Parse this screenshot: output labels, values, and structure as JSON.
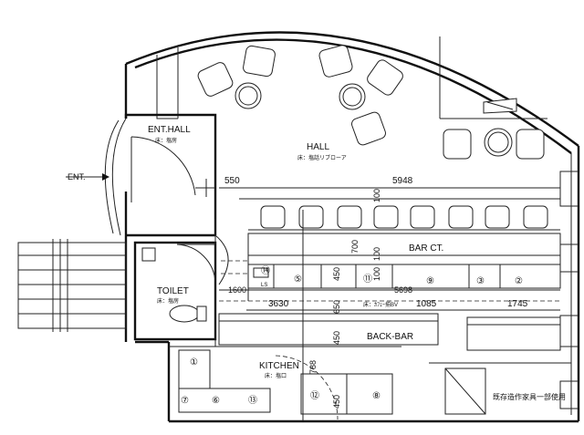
{
  "rooms": {
    "ent_hall": {
      "name": "ENT.HALL",
      "finish": "床：塩房"
    },
    "hall": {
      "name": "HALL",
      "finish": "床：塩話リブローア"
    },
    "toilet": {
      "name": "TOILET",
      "finish": "床：塩房"
    },
    "kitchen": {
      "name": "KITCHEN",
      "finish": "床：塩口"
    },
    "bar_counter": {
      "name": "BAR CT."
    },
    "back_bar": {
      "name": "BACK-BAR"
    },
    "entrance": {
      "name": "ENT."
    }
  },
  "dimensions": {
    "d550": "550",
    "d5948": "5948",
    "v100a": "100",
    "v700": "700",
    "v100b": "100",
    "v450a": "450",
    "v650": "650",
    "d1600": "1600",
    "d5698": "5698",
    "d3630": "3630",
    "d1085": "1085",
    "d1745": "1745",
    "counter_finish": "床：ｶﾌｪｰ揃BV",
    "v450b": "450",
    "v788": "788",
    "v450c": "450",
    "v100c": "100"
  },
  "equipment_numbers": {
    "n1": "①",
    "n2": "②",
    "n3": "③",
    "n5": "⑤",
    "n6": "⑥",
    "n7": "⑦",
    "n8": "⑧",
    "n9": "⑨",
    "n11": "⑪",
    "n12": "⑫",
    "n13": "⑬",
    "n14": "⑭"
  },
  "small_labels": {
    "ls": "LS"
  },
  "notes": {
    "existing": "既存造作家具一部使用"
  }
}
